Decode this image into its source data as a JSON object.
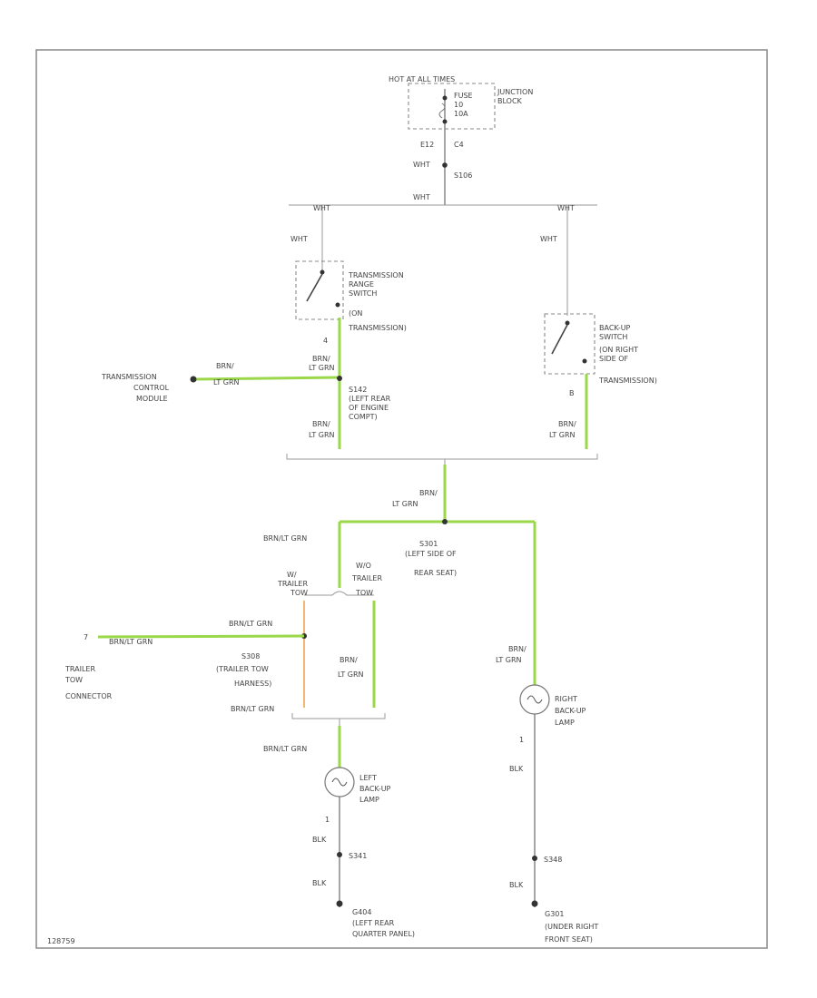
{
  "colors": {
    "green_wire": "#9ad84a",
    "orange_wire": "#f0b870",
    "frame": "#888888",
    "ink": "#444444"
  },
  "power": {
    "header": "HOT AT ALL TIMES",
    "fuse": [
      "FUSE",
      "10",
      "10A"
    ],
    "junction_block": [
      "JUNCTION",
      "BLOCK"
    ],
    "pins": [
      "E12",
      "C4"
    ]
  },
  "top_section": {
    "wht_main": "WHT",
    "splice_s106": "S106",
    "wht_bus": "WHT",
    "wht_left_tap": "WHT",
    "wht_right_tap": "WHT",
    "wht_left_drop": "WHT",
    "wht_right_drop": "WHT"
  },
  "trs": {
    "label": [
      "TRANSMISSION",
      "RANGE",
      "SWITCH",
      "(ON",
      "TRANSMISSION)"
    ],
    "pin": "4"
  },
  "tcm": {
    "label": [
      "TRANSMISSION",
      "CONTROL",
      "MODULE"
    ],
    "wire": [
      "BRN/",
      "LT GRN"
    ]
  },
  "s142": {
    "wire_above": [
      "BRN/",
      "LT GRN"
    ],
    "label": [
      "S142",
      "(LEFT REAR",
      "OF ENGINE",
      "COMPT)"
    ],
    "wire_below": [
      "BRN/",
      "LT GRN"
    ]
  },
  "backup_switch": {
    "label": [
      "BACK-UP",
      "SWITCH",
      "(ON RIGHT",
      "SIDE OF",
      "TRANSMISSION)"
    ],
    "pin": "B",
    "wire_below": [
      "BRN/",
      "LT GRN"
    ]
  },
  "mid_section": {
    "wire_down": [
      "BRN/",
      "LT GRN"
    ],
    "left_wire": "BRN/LT GRN",
    "s301": [
      "S301",
      "(LEFT SIDE OF",
      "REAR SEAT)"
    ]
  },
  "trailer": {
    "w_trailer_tow": [
      "W/",
      "TRAILER",
      "TOW"
    ],
    "wo_trailer_tow": [
      "W/O",
      "TRAILER",
      "TOW"
    ],
    "connector_pin": "7",
    "connector_wire": "BRN/LT GRN",
    "connector_label": [
      "TRAILER",
      "TOW",
      "CONNECTOR"
    ],
    "s308_wire": "BRN/LT GRN",
    "s308": [
      "S308",
      "(TRAILER TOW",
      "HARNESS)"
    ],
    "wo_wire": [
      "BRN/",
      "LT GRN"
    ],
    "s308_below": "BRN/LT GRN"
  },
  "left_lamp": {
    "wire_above": "BRN/LT GRN",
    "label": [
      "LEFT",
      "BACK-UP",
      "LAMP"
    ],
    "pin": "1",
    "blk1": "BLK",
    "splice": "S341",
    "blk2": "BLK",
    "ground": [
      "G404",
      "(LEFT REAR",
      "QUARTER PANEL)"
    ]
  },
  "right_lamp": {
    "wire_above": [
      "BRN/",
      "LT GRN"
    ],
    "label": [
      "RIGHT",
      "BACK-UP",
      "LAMP"
    ],
    "pin": "1",
    "blk1": "BLK",
    "splice": "S348",
    "blk2": "BLK",
    "ground": [
      "G301",
      "(UNDER RIGHT",
      "FRONT SEAT)"
    ]
  },
  "footer_code": "128759"
}
